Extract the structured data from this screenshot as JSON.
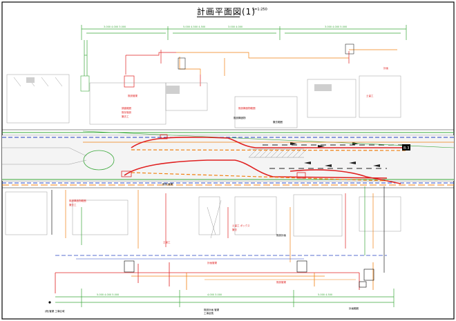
{
  "title": "計画平面図(1)",
  "scale": "S=1:250",
  "marker_right": "B-3",
  "labels": {
    "north_block": "既設構造物範囲",
    "center_note": "既設構造物 撤去範囲",
    "south_box": "土留工 ボックス",
    "station_right": "既設計画",
    "bottom_left_tag": "(既)管渠 工事区域"
  },
  "colors": {
    "green": "#3aa83a",
    "red": "#e02020",
    "orange": "#f08010",
    "blue": "#2040c0",
    "black": "#202020",
    "gray": "#9a9a9a",
    "hatch": "#b0b0b0"
  }
}
